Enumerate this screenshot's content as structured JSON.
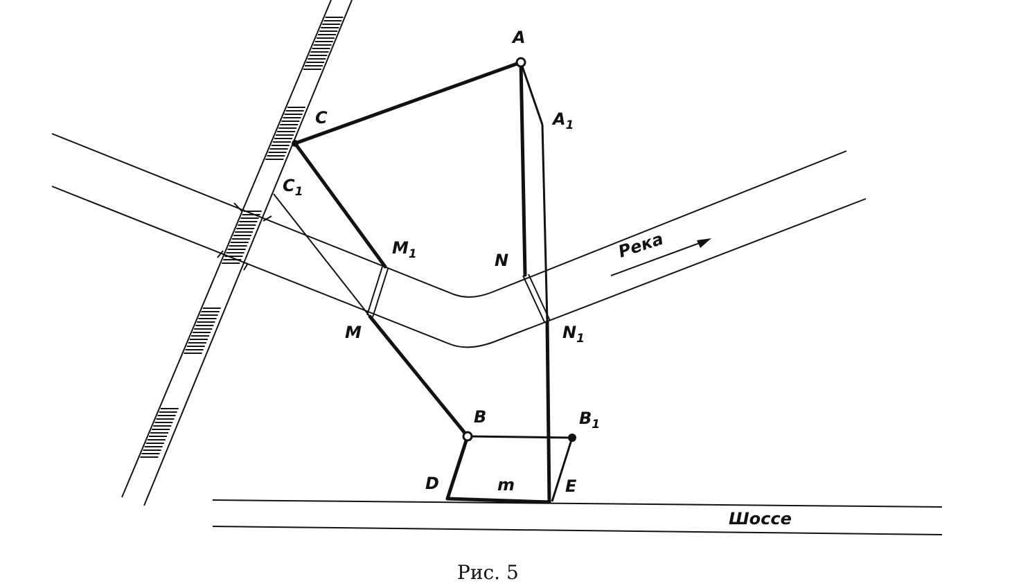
{
  "points": {
    "A": "A",
    "A1": "A",
    "A1_sub": "1",
    "C": "C",
    "C1": "C",
    "C1_sub": "1",
    "M": "M",
    "M1": "M",
    "M1_sub": "1",
    "N": "N",
    "N1": "N",
    "N1_sub": "1",
    "B": "B",
    "B1": "B",
    "B1_sub": "1",
    "D": "D",
    "E": "E",
    "m": "m"
  },
  "river_label": "Река",
  "road_label": "Шоссе",
  "caption": "Рис. 5"
}
